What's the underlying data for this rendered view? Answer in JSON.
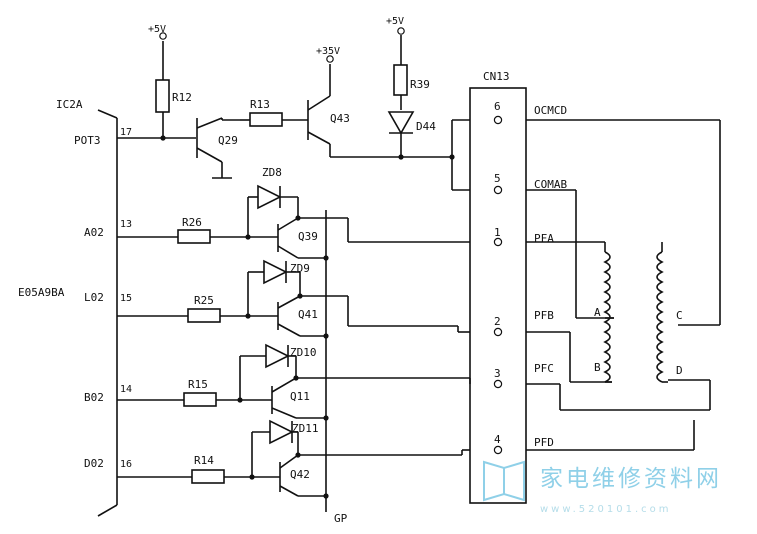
{
  "ic": {
    "ref": "IC2A",
    "part": "E05A9BA"
  },
  "pins": [
    {
      "name": "POT3",
      "num": "17"
    },
    {
      "name": "A02",
      "num": "13"
    },
    {
      "name": "L02",
      "num": "15"
    },
    {
      "name": "B02",
      "num": "14"
    },
    {
      "name": "D02",
      "num": "16"
    }
  ],
  "resistors": [
    "R12",
    "R13",
    "R39",
    "R26",
    "R25",
    "R15",
    "R14"
  ],
  "transistors": [
    "Q29",
    "Q43",
    "Q39",
    "Q41",
    "Q11",
    "Q42"
  ],
  "diodes": [
    "D44",
    "ZD8",
    "ZD9",
    "ZD10",
    "ZD11"
  ],
  "supplies": {
    "v5a": "+5V",
    "v35": "+35V",
    "v5b": "+5V",
    "gp": "GP"
  },
  "connector": {
    "name": "CN13",
    "pins": [
      {
        "num": "6",
        "signal": "OCMCD"
      },
      {
        "num": "5",
        "signal": "COMAB"
      },
      {
        "num": "1",
        "signal": "PFA"
      },
      {
        "num": "2",
        "signal": "PFB"
      },
      {
        "num": "3",
        "signal": "PFC"
      },
      {
        "num": "4",
        "signal": "PFD"
      }
    ]
  },
  "coil_taps": {
    "a": "A",
    "b": "B",
    "c": "C",
    "d": "D"
  },
  "watermark": {
    "text": "家电维修资料网",
    "url": "www.520101.com"
  }
}
